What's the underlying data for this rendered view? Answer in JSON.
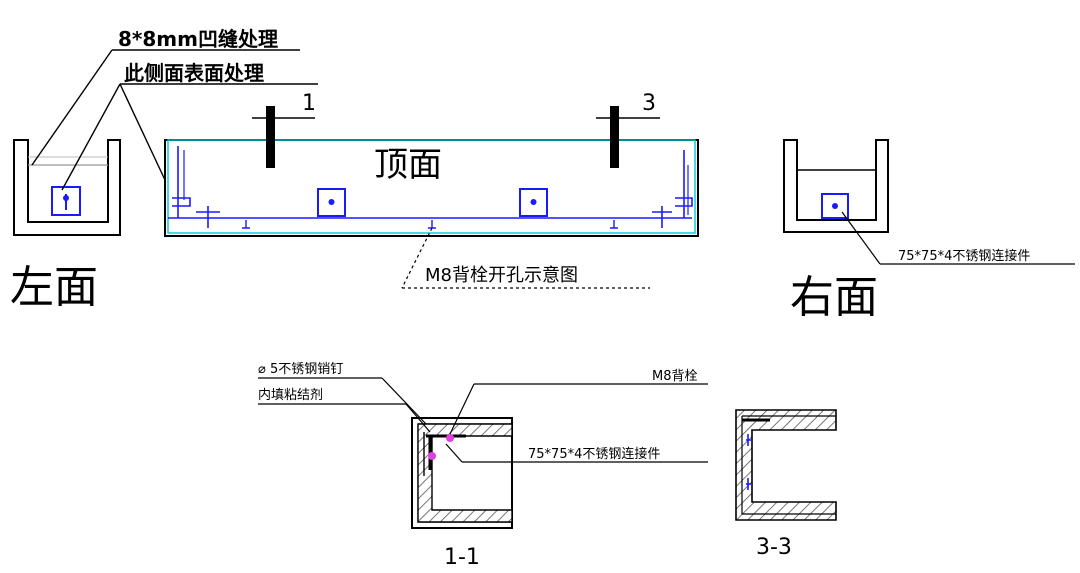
{
  "labels": {
    "top_face": "顶面",
    "left_face": "左面",
    "right_face": "右面",
    "groove": "8*8mm凹缝处理",
    "side_surface": "此侧面表面处理",
    "m8_holes": "M8背栓开孔示意图",
    "connector_right": "75*75*4不锈钢连接件",
    "pin": "⌀ 5不锈钢销钉",
    "fill_adhesive": "内填粘结剂",
    "m8_anchor": "M8背栓",
    "connector_section": "75*75*4不锈钢连接件",
    "section_1": "1",
    "section_3": "3",
    "section_1_1": "1-1",
    "section_3_3": "3-3"
  },
  "colors": {
    "outline": "#000000",
    "inner_blue": "#1a1aff",
    "cyan_edge": "#00c8d2",
    "magenta": "#e040e0",
    "hatch": "#555555"
  }
}
